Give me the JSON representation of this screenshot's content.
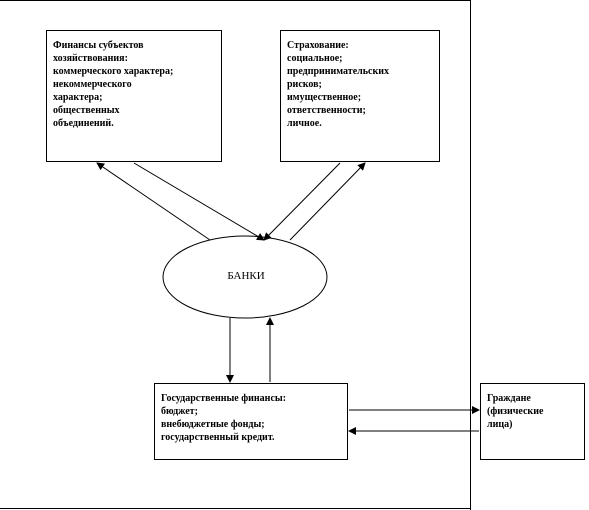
{
  "finance_box": {
    "lines": [
      "Финансы субъектов",
      "хозяйствования:",
      "коммерческого характера;",
      "некоммерческого",
      "характера;",
      "общественных",
      "объединений."
    ]
  },
  "insurance_box": {
    "lines": [
      "Страхование:",
      "социальное;",
      "предпринимательских",
      "рисков;",
      "имущественное;",
      "ответственности;",
      "личное."
    ]
  },
  "bank": {
    "label": "БАНКИ"
  },
  "state_box": {
    "lines": [
      "Государственные финансы:",
      "бюджет;",
      "внебюджетные фонды;",
      "государственный кредит."
    ]
  },
  "citizens_box": {
    "lines": [
      "Граждане",
      "(физические",
      "лица)"
    ]
  }
}
